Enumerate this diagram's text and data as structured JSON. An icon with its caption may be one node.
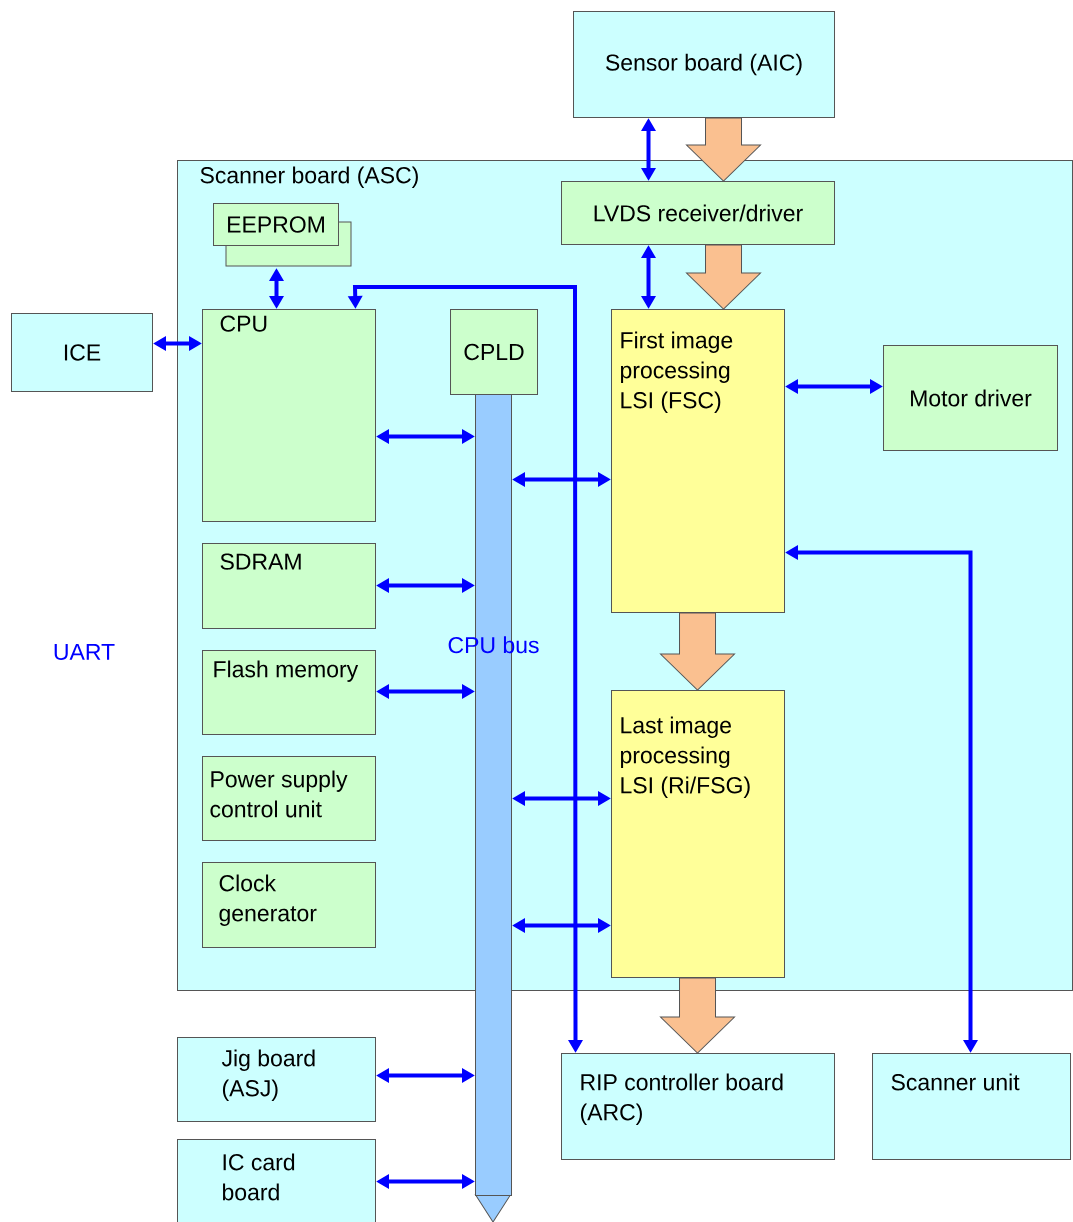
{
  "diagram": {
    "nodes": [
      {
        "text": [
          "Sensor board (AIC)"
        ]
      },
      {
        "text": [
          "Scanner board (ASC)"
        ]
      },
      {
        "text": [
          "EEPROM"
        ],
        "in": 1
      },
      {
        "text": [
          "ICE"
        ]
      },
      {
        "text": [
          "CPU"
        ],
        "in": 1
      },
      {
        "text": [
          "CPLD"
        ],
        "in": 1
      },
      {
        "text": [
          "LVDS receiver/driver"
        ],
        "in": 1
      },
      {
        "text": [
          "First image processing LSI (FSC)"
        ],
        "in": 1
      },
      {
        "text": [
          "Motor driver"
        ],
        "in": 1
      },
      {
        "text": [
          "SDRAM"
        ],
        "in": 1
      },
      {
        "text": [
          "Flash memory"
        ],
        "in": 1
      },
      {
        "text": [
          "Power supply control unit"
        ],
        "in": 1
      },
      {
        "text": [
          "Clock generator"
        ],
        "in": 1
      },
      {
        "text": [
          "Last image processing LSI (Ri/FSG)"
        ],
        "in": 1
      },
      {
        "text": [
          "CPU bus"
        ]
      },
      {
        "text": [
          "Jig board (ASJ)"
        ]
      },
      {
        "text": [
          "IC card board"
        ]
      },
      {
        "text": [
          "RIP controller board (ARC)"
        ]
      },
      {
        "text": [
          "Scanner unit"
        ]
      }
    ],
    "edges": [
      {
        "from": 0,
        "to": 6,
        "arrow": "both"
      },
      {
        "from": 0,
        "to": 6,
        "arrow": "to",
        "style": "thick",
        "color": "#fac090"
      },
      {
        "from": 6,
        "to": 7,
        "arrow": "both"
      },
      {
        "from": 6,
        "to": 7,
        "arrow": "to",
        "style": "thick",
        "color": "#fac090"
      },
      {
        "from": 2,
        "to": 4,
        "arrow": "both"
      },
      {
        "from": 3,
        "to": 4,
        "arrow": "both"
      },
      {
        "from": 4,
        "to": 14,
        "arrow": "both"
      },
      {
        "from": 14,
        "to": 7,
        "arrow": "both"
      },
      {
        "from": 7,
        "to": 8,
        "arrow": "both"
      },
      {
        "from": 7,
        "to": 18,
        "arrow": "both"
      },
      {
        "from": 9,
        "to": 14,
        "arrow": "both"
      },
      {
        "from": 10,
        "to": 14,
        "arrow": "both"
      },
      {
        "from": 14,
        "to": 13,
        "arrow": "both"
      },
      {
        "from": 14,
        "to": 13,
        "arrow": "both"
      },
      {
        "from": 7,
        "to": 13,
        "arrow": "to",
        "style": "thick",
        "color": "#fac090"
      },
      {
        "from": 13,
        "to": 17,
        "arrow": "to",
        "style": "thick",
        "color": "#fac090"
      },
      {
        "from": 4,
        "to": 17,
        "arrow": "both"
      },
      {
        "from": 15,
        "to": 14,
        "arrow": "both"
      },
      {
        "from": 16,
        "to": 14,
        "arrow": "both"
      }
    ],
    "labels": [
      "UART"
    ]
  }
}
